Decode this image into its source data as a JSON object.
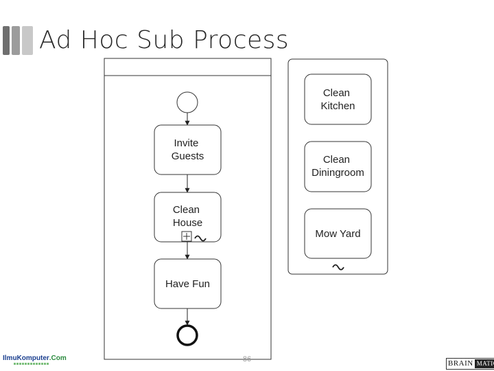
{
  "slide": {
    "title": "Ad Hoc Sub Process",
    "page_number": "86"
  },
  "colors": {
    "title_bar_dark": "#6f6f6f",
    "title_bar_mid": "#9c9c9c",
    "title_bar_light": "#c8c8c8",
    "diagram_stroke": "#333333"
  },
  "process": {
    "tasks": [
      {
        "lines": [
          "Invite",
          "Guests"
        ]
      },
      {
        "lines": [
          "Clean",
          "House"
        ],
        "markers": [
          "subprocess-plus-marker",
          "adhoc-tilde-marker"
        ]
      },
      {
        "lines": [
          "Have Fun"
        ]
      }
    ]
  },
  "adhoc_subprocess": {
    "tasks": [
      {
        "lines": [
          "Clean",
          "Kitchen"
        ]
      },
      {
        "lines": [
          "Clean",
          "Diningroom"
        ]
      },
      {
        "lines": [
          "Mow Yard"
        ]
      }
    ],
    "marker": "~"
  },
  "footer": {
    "logo_left_main": "IlmuKomputer",
    "logo_left_suffix": ".Com",
    "logo_right_a": "BRAIN",
    "logo_right_b": "MATICS"
  }
}
